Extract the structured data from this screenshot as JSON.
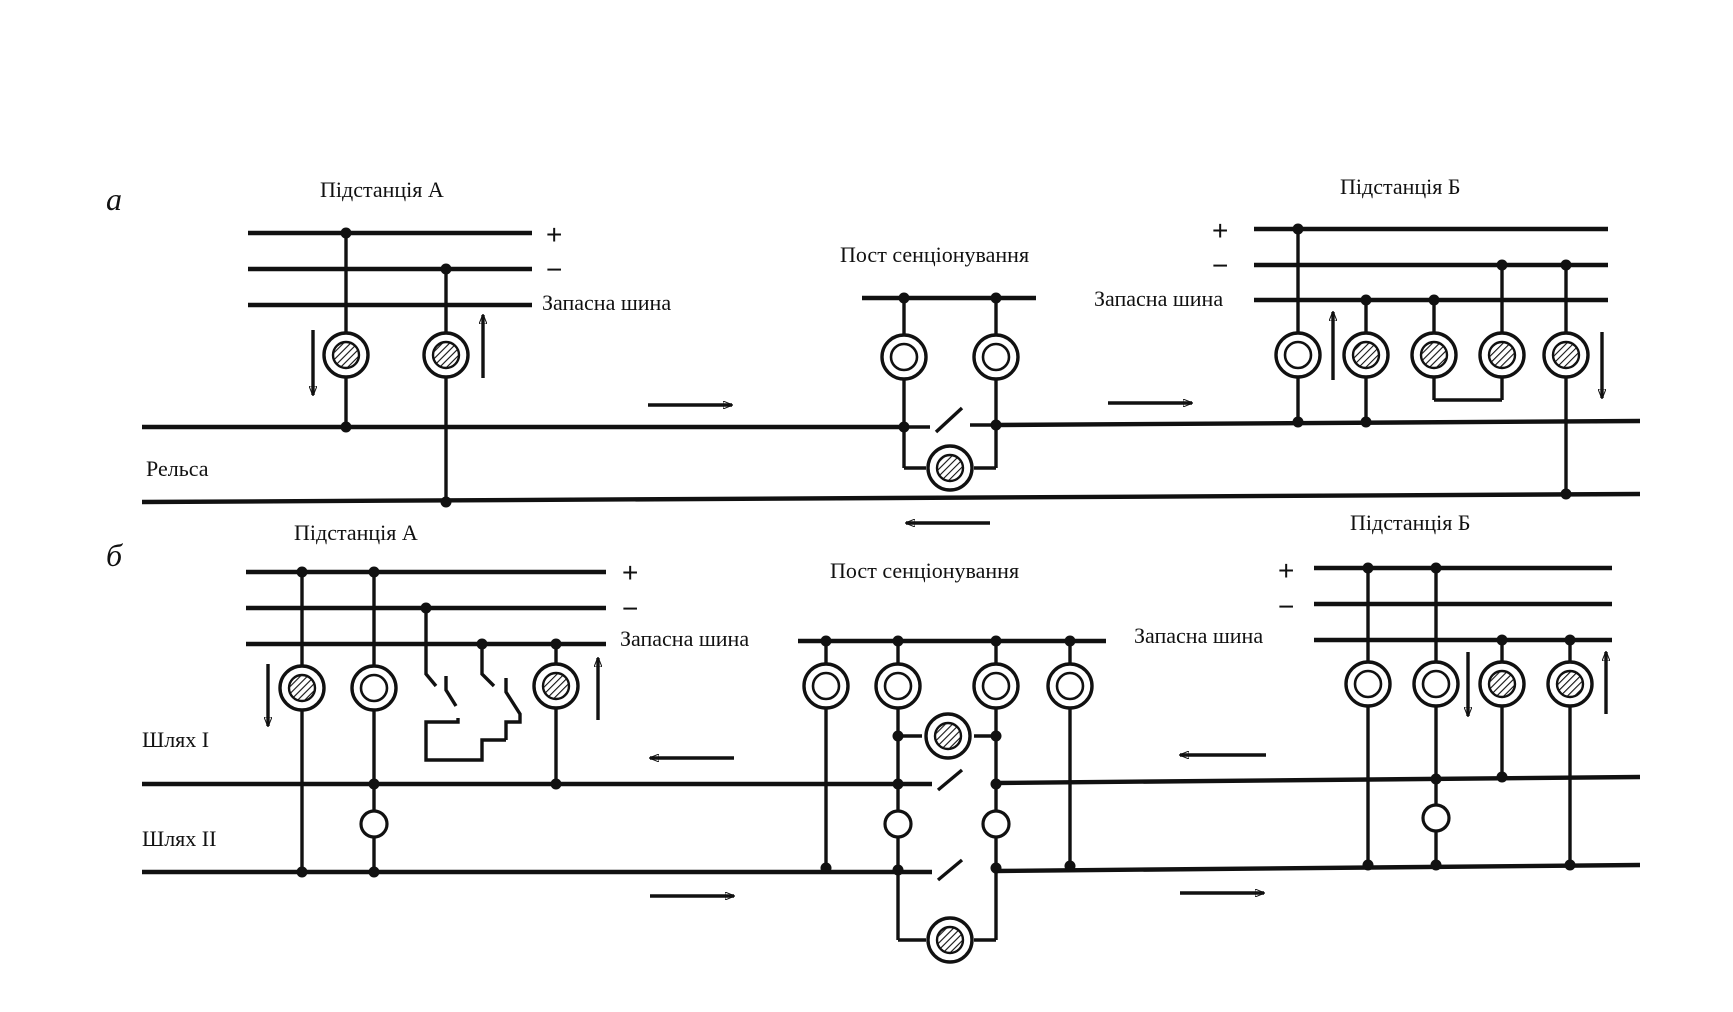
{
  "panel_a": {
    "letter": "а",
    "substation_a": "Підстанція А",
    "substation_b": "Підстанція Б",
    "sectioning_post": "Пост сенціонування",
    "plus": "+",
    "minus": "−",
    "spare_bus_left": "Запасна шина",
    "spare_bus_right": "Запасна шина",
    "rail": "Рельса"
  },
  "panel_b": {
    "letter": "б",
    "substation_a": "Підстанція А",
    "substation_b": "Підстанція Б",
    "sectioning_post": "Пост сенціонування",
    "plus": "+",
    "minus": "−",
    "spare_bus_left": "Запасна шина",
    "spare_bus_right": "Запасна шина",
    "track_1": "Шлях І",
    "track_2": "Шлях ІІ"
  },
  "colors": {
    "ink": "#111111",
    "background": "#ffffff"
  }
}
